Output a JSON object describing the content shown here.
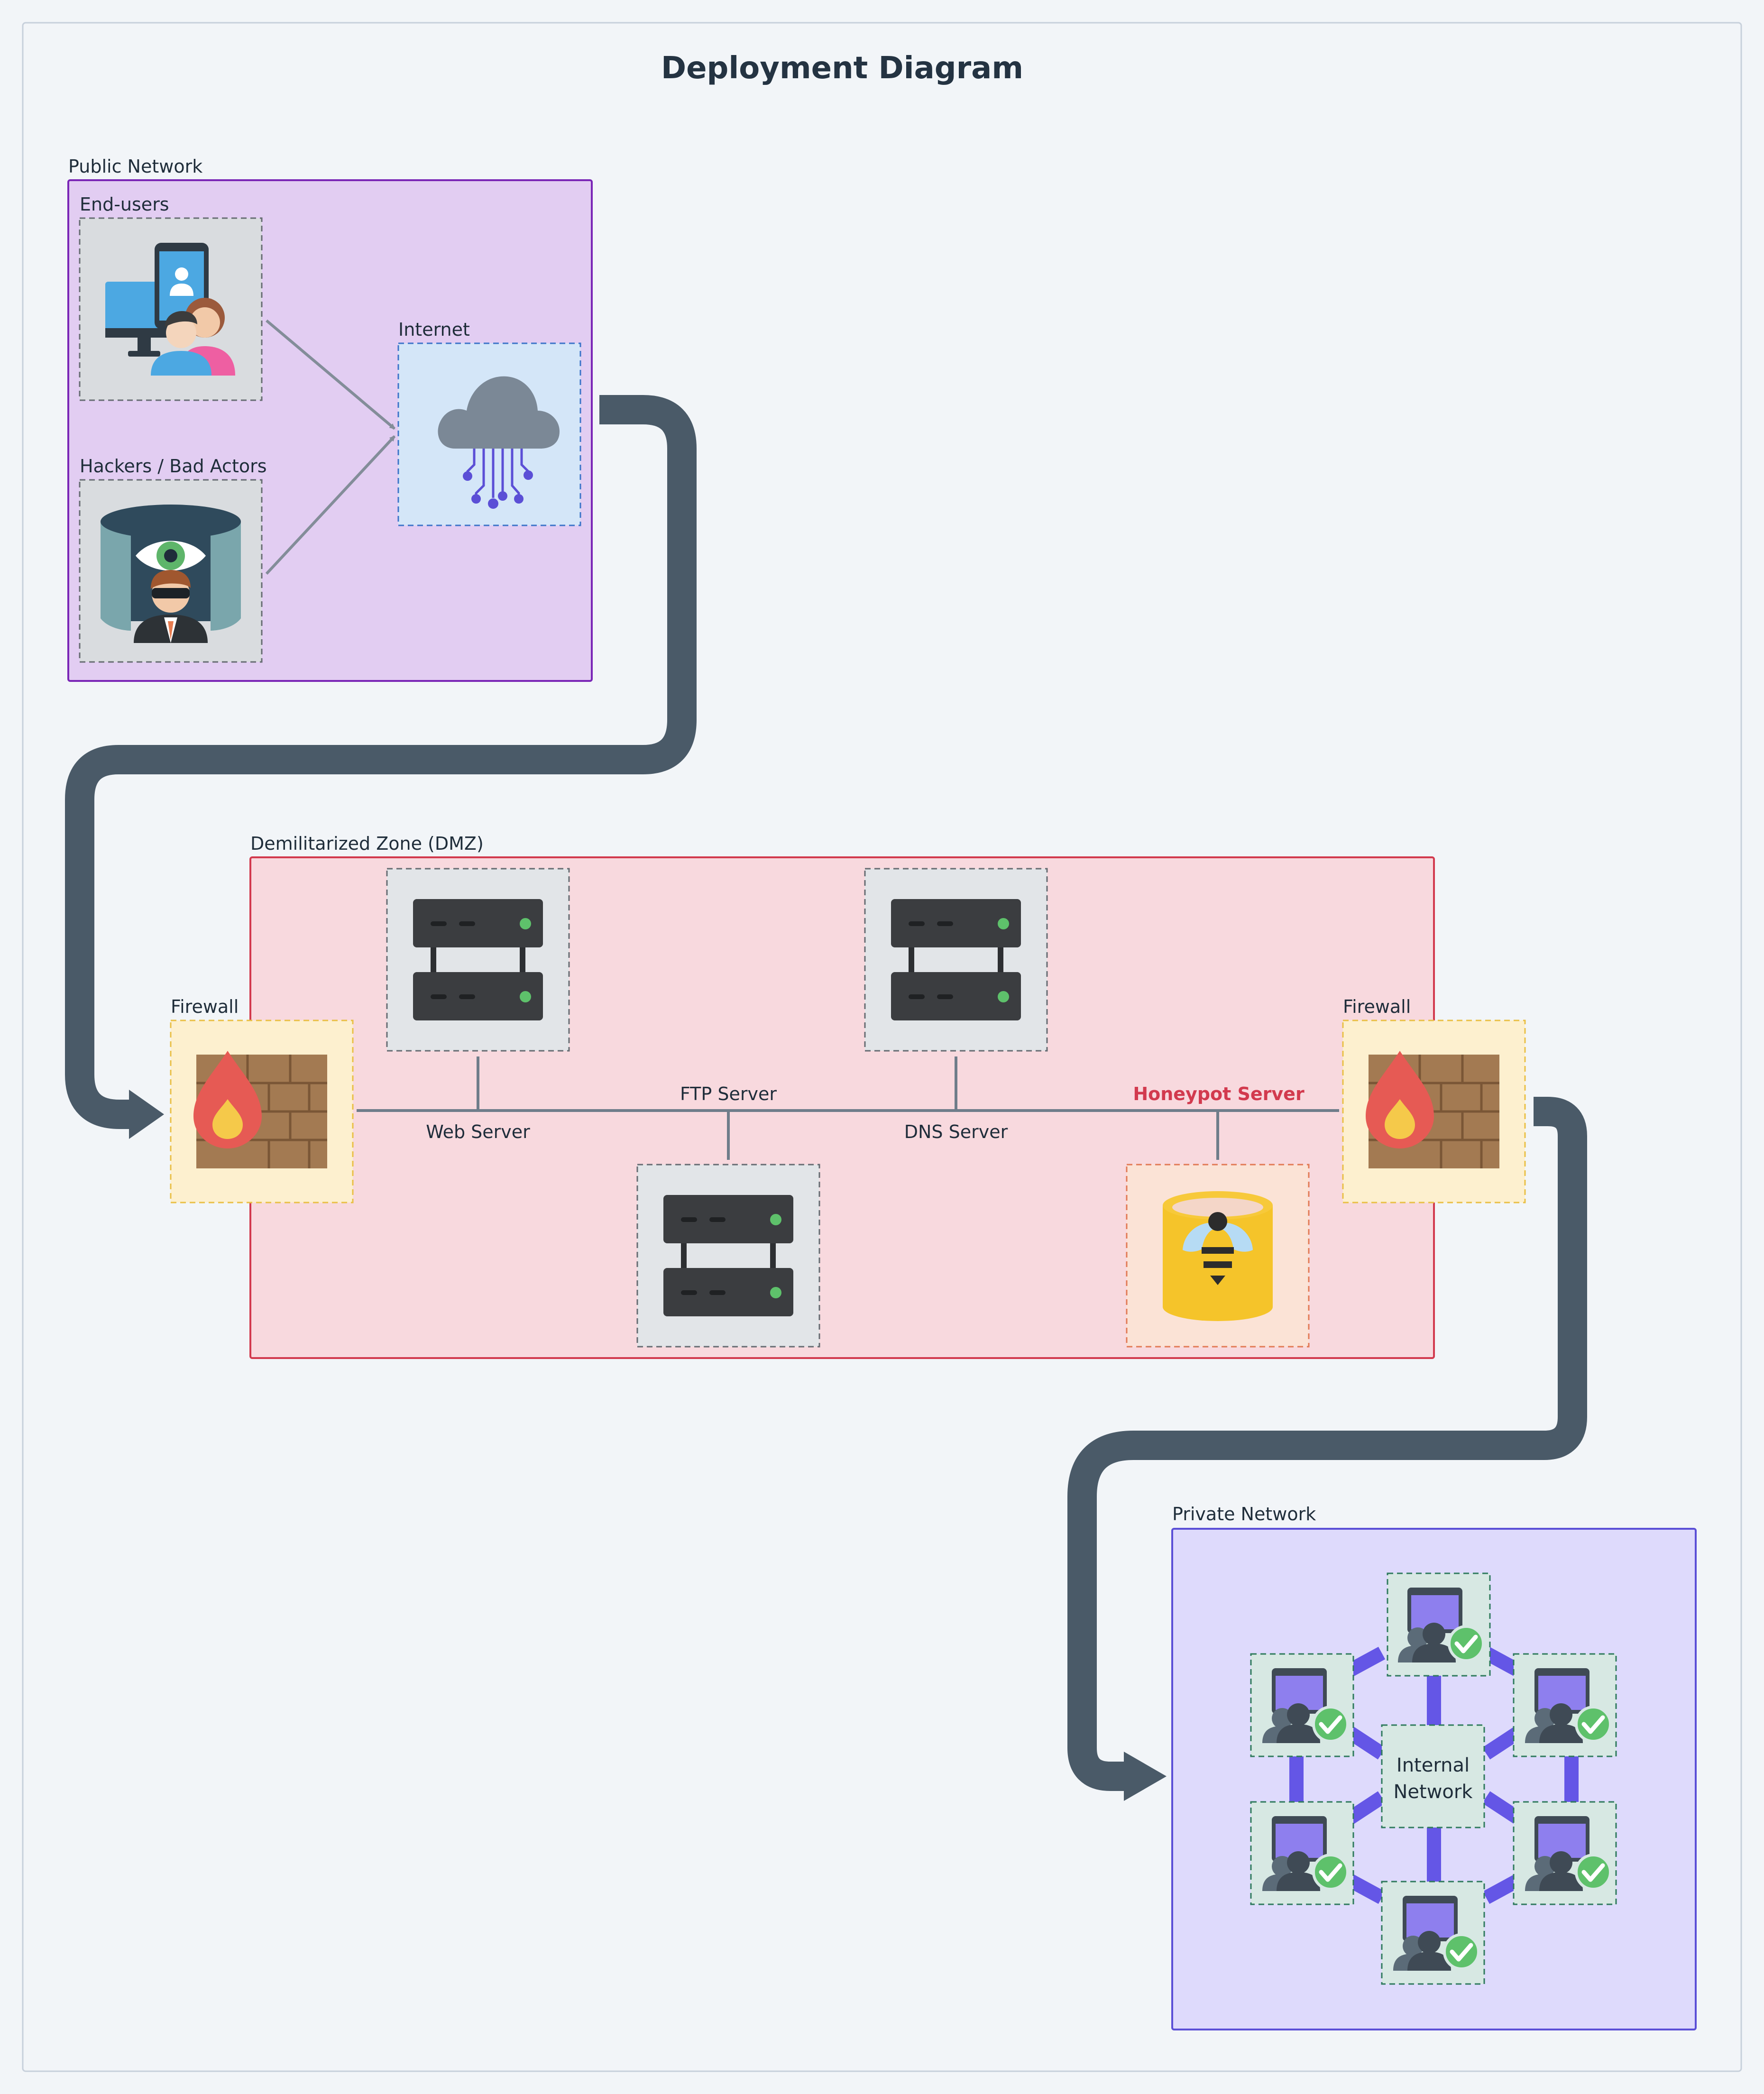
{
  "title": "Deployment Diagram",
  "zones": {
    "public": "Public Network",
    "dmz": "Demilitarized Zone (DMZ)",
    "private": "Private Network"
  },
  "nodes": {
    "end_users": "End-users",
    "hackers": "Hackers / Bad Actors",
    "internet": "Internet",
    "firewall_left": "Firewall",
    "firewall_right": "Firewall",
    "web_server": "Web Server",
    "ftp_server": "FTP Server",
    "dns_server": "DNS Server",
    "honeypot_server": "Honeypot Server",
    "internal_network_line1": "Internal",
    "internal_network_line2": "Network"
  },
  "colors": {
    "public_fill": "#e2cdf2",
    "public_stroke": "#7a26b6",
    "dmz_fill": "#f8d9de",
    "dmz_stroke": "#d23a4e",
    "private_fill": "#dedafc",
    "private_stroke": "#5b4fd6",
    "flow_arrow": "#4a5a68",
    "honeypot_label": "#d23a4e",
    "mesh_link": "#6456e6"
  },
  "icons": [
    "devices-users-icon",
    "spy-eye-icon",
    "cloud-network-icon",
    "firewall-icon",
    "server-rack-icon",
    "honeypot-bee-icon",
    "workstation-ok-icon"
  ]
}
